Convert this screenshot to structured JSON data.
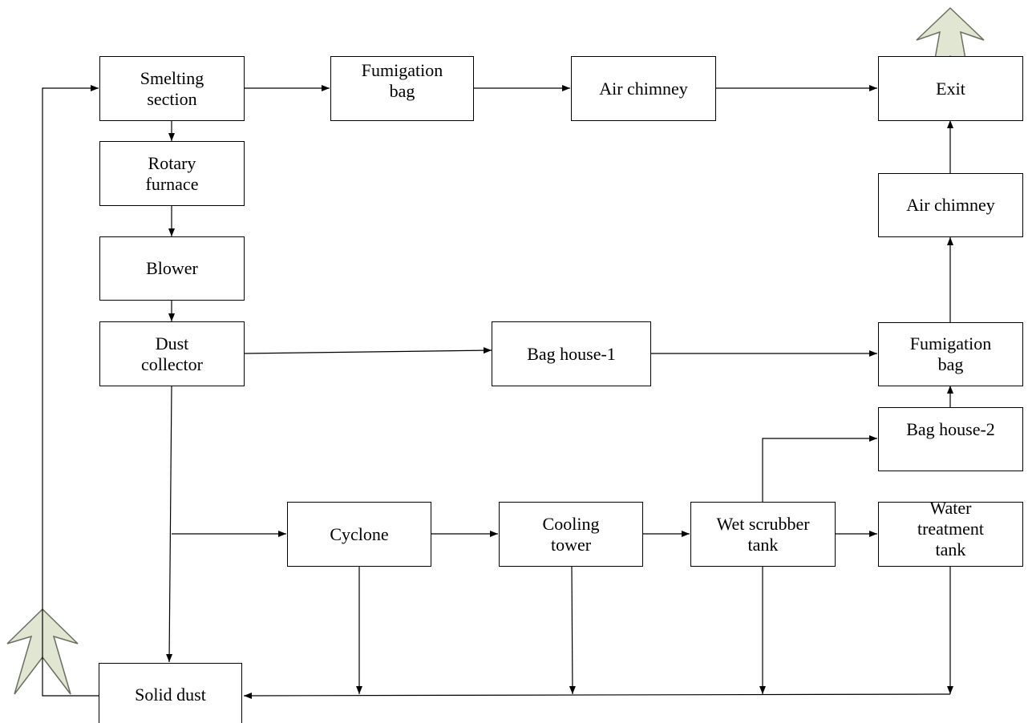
{
  "nodes": {
    "smelting_section": "Smelting\nsection",
    "fumigation_bag_top": "Fumigation\nbag",
    "air_chimney_top": "Air chimney",
    "exit": "Exit",
    "rotary_furnace": "Rotary\nfurnace",
    "air_chimney_right": "Air chimney",
    "blower": "Blower",
    "dust_collector": "Dust\ncollector",
    "bag_house_1": "Bag house-1",
    "fumigation_bag_right": "Fumigation\nbag",
    "bag_house_2": "Bag house-2",
    "cyclone": "Cyclone",
    "cooling_tower": "Cooling\ntower",
    "wet_scrubber_tank": "Wet scrubber\ntank",
    "water_treatment_tank": "Water\ntreatment\ntank",
    "solid_dust": "Solid dust"
  },
  "colors": {
    "line": "#000000",
    "big_arrow_fill": "#e0e6d2",
    "big_arrow_stroke": "#6b6f60"
  }
}
